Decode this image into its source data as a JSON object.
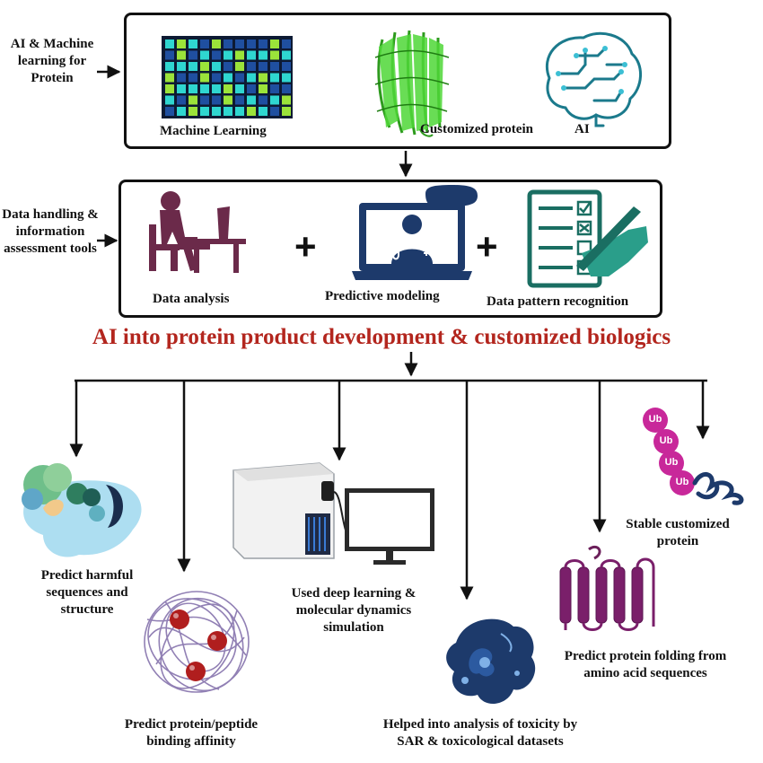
{
  "side_labels": {
    "ai_ml": "AI & Machine learning for Protein",
    "data_tools": "Data handling & information assessment tools"
  },
  "top_box": {
    "ml_label": "Machine Learning",
    "protein_label": "Customized protein",
    "ai_label": "AI"
  },
  "middle_box": {
    "analysis_label": "Data analysis",
    "modeling_label": "Predictive modeling",
    "pattern_label": "Data pattern recognition",
    "plus_symbol": "+"
  },
  "title": "AI into protein product development & customized biologics",
  "outcomes": {
    "harmful": "Predict harmful sequences and structure",
    "binding": "Predict protein/peptide binding affinity",
    "deep_learning": "Used deep learning & molecular dynamics simulation",
    "toxicity": "Helped into analysis of toxicity by SAR & toxicological datasets",
    "folding": "Predict protein folding from amino acid sequences",
    "stable": "Stable customized protein",
    "ub_tag": "Ub"
  },
  "colors": {
    "title": "#b3261e",
    "protein_green": "#3cbf2a",
    "brain_teal": "#1b7a8c",
    "person_purple": "#6b2a4a",
    "laptop_navy": "#1d3a6b",
    "checklist_teal": "#1a6e62",
    "ub_magenta": "#c8289a"
  }
}
